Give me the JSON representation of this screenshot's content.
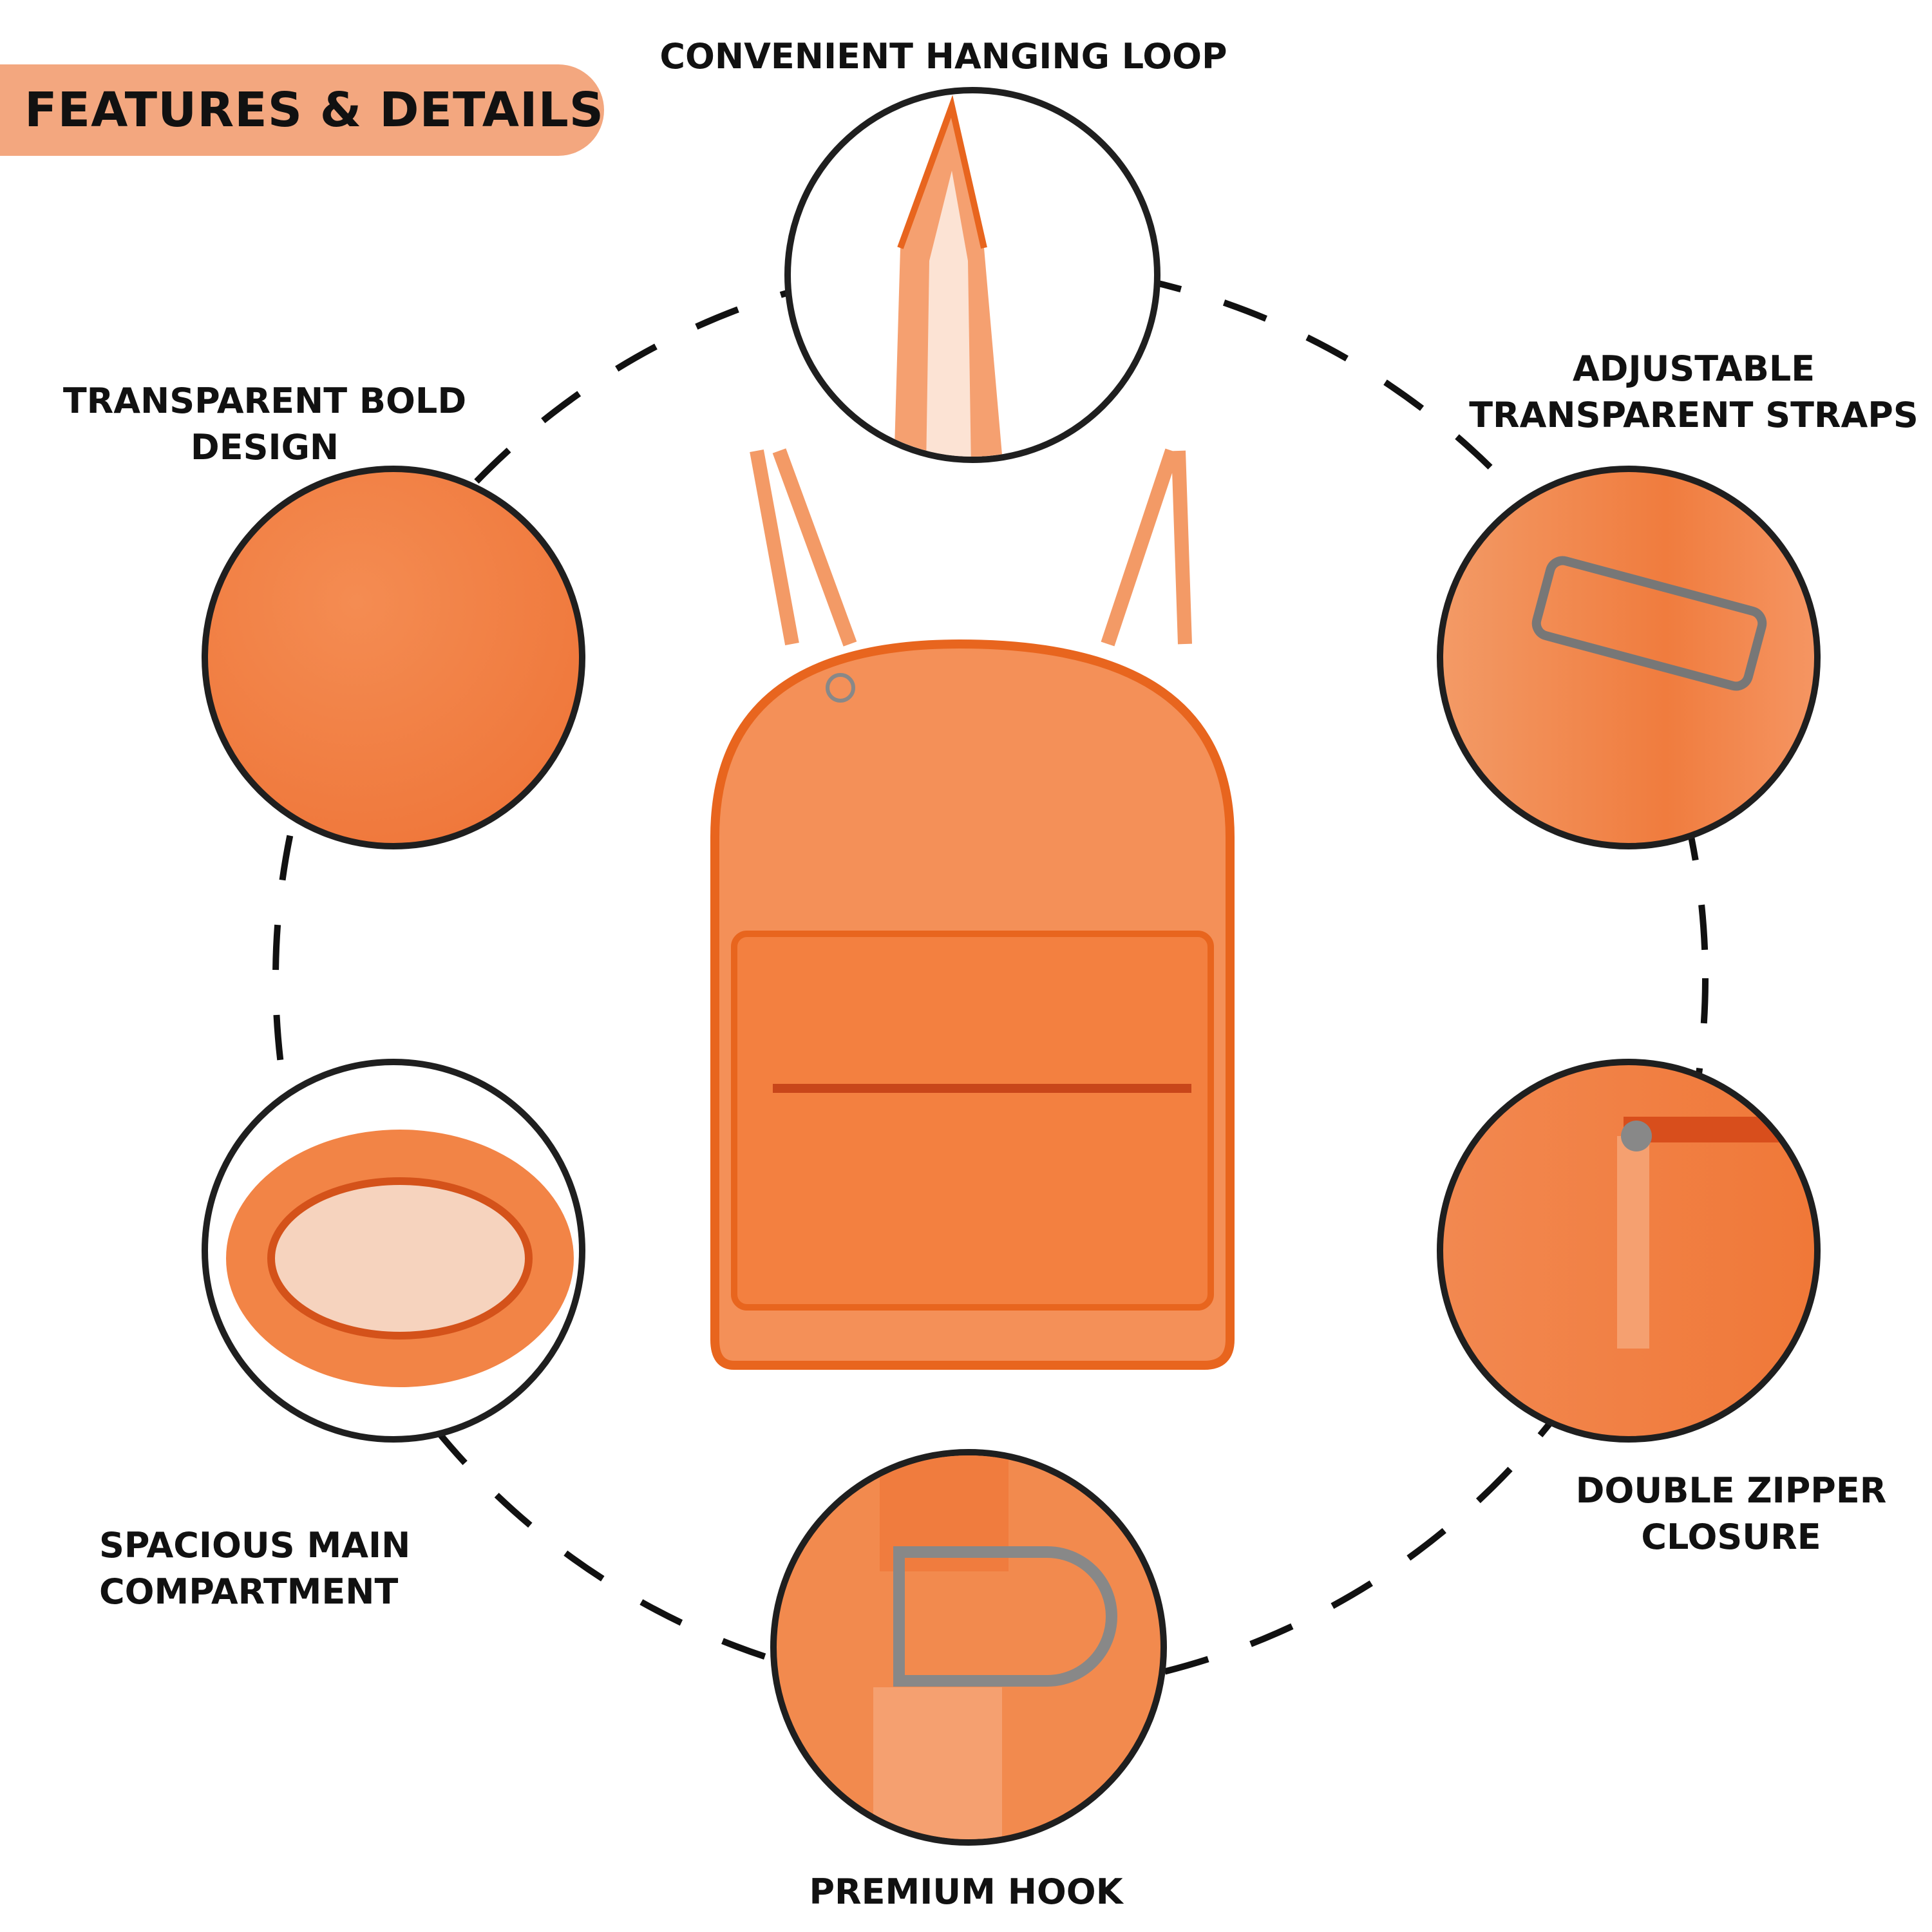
{
  "header": {
    "title": "FEATURES & DETAILS"
  },
  "features": {
    "hanging_loop": {
      "line1": "CONVENIENT HANGING LOOP"
    },
    "bold_design": {
      "line1": "TRANSPARENT BOLD",
      "line2": "DESIGN"
    },
    "straps": {
      "line1": "ADJUSTABLE",
      "line2": "TRANSPARENT STRAPS"
    },
    "compartment": {
      "line1": "SPACIOUS MAIN",
      "line2": "COMPARTMENT"
    },
    "zipper": {
      "line1": "DOUBLE ZIPPER",
      "line2": "CLOSURE"
    },
    "hook": {
      "line1": "PREMIUM HOOK"
    }
  },
  "colors": {
    "accent": "#F3A77F",
    "product": "#F07A3A",
    "border": "#1f1f1f"
  }
}
